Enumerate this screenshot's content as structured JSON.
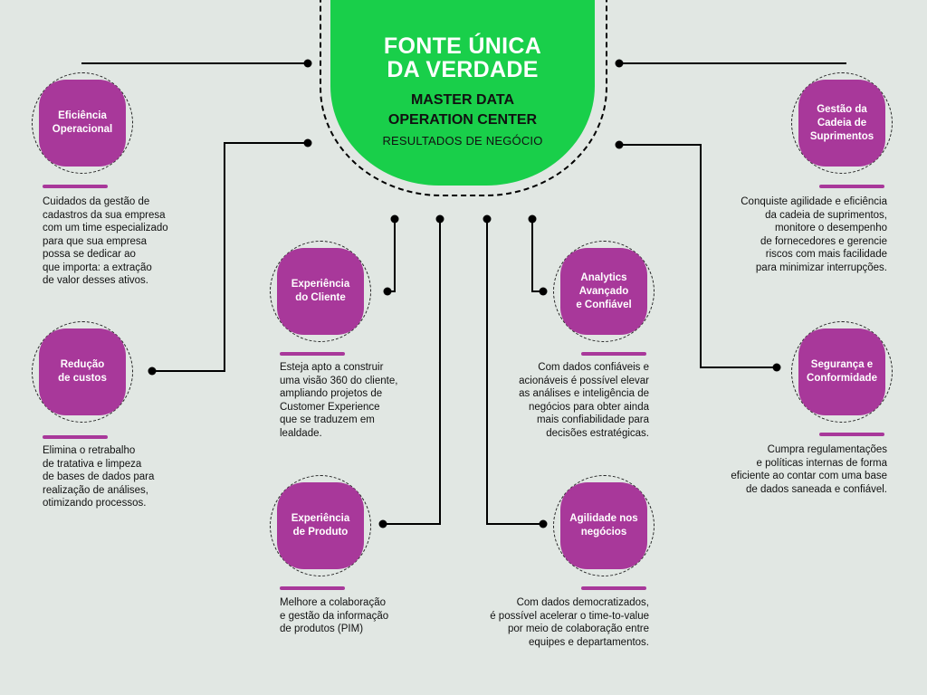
{
  "hub": {
    "title_line1": "FONTE ÚNICA",
    "title_line2": "DA VERDADE",
    "subtitle_line1": "MASTER DATA",
    "subtitle_line2": "OPERATION CENTER",
    "tagline": "RESULTADOS DE NEGÓCIO"
  },
  "nodes": [
    {
      "label": "Eficiência\nOperacional",
      "description": "Cuidados da gestão de\ncadastros da sua empresa\ncom um time especializado\npara que sua empresa\npossa se dedicar ao\nque importa: a extração\nde valor desses ativos."
    },
    {
      "label": "Redução\nde custos",
      "description": "Elimina o retrabalho\nde tratativa e limpeza\nde bases de dados para\nrealização de análises,\notimizando processos."
    },
    {
      "label": "Experiência\ndo Cliente",
      "description": "Esteja apto a construir\numa visão 360 do cliente,\nampliando projetos de\nCustomer Experience\nque se traduzem em\nlealdade."
    },
    {
      "label": "Experiência\nde Produto",
      "description": "Melhore a colaboração\ne gestão da informação\nde produtos (PIM)"
    },
    {
      "label": "Analytics\nAvançado\ne Confiável",
      "description": "Com dados confiáveis e\nacionáveis é possível elevar\nas análises e inteligência de\nnegócios para obter ainda\nmais confiabilidade para\ndecisões estratégicas."
    },
    {
      "label": "Agilidade nos\nnegócios",
      "description": "Com dados democratizados,\né possível acelerar o time-to-value\npor meio de colaboração entre\nequipes e departamentos."
    },
    {
      "label": "Gestão da\nCadeia de\nSuprimentos",
      "description": "Conquiste agilidade e eficiência\nda cadeia de suprimentos,\nmonitore o desempenho\nde fornecedores e gerencie\nriscos com mais facilidade\npara minimizar interrupções."
    },
    {
      "label": "Segurança e\nConformidade",
      "description": "Cumpra regulamentações\ne políticas internas de forma\neficiente ao contar com uma base\nde dados saneada e confiável."
    }
  ],
  "colors": {
    "background": "#e1e7e3",
    "hub": "#19cf4a",
    "node": "#a8389a",
    "line": "#000000"
  }
}
